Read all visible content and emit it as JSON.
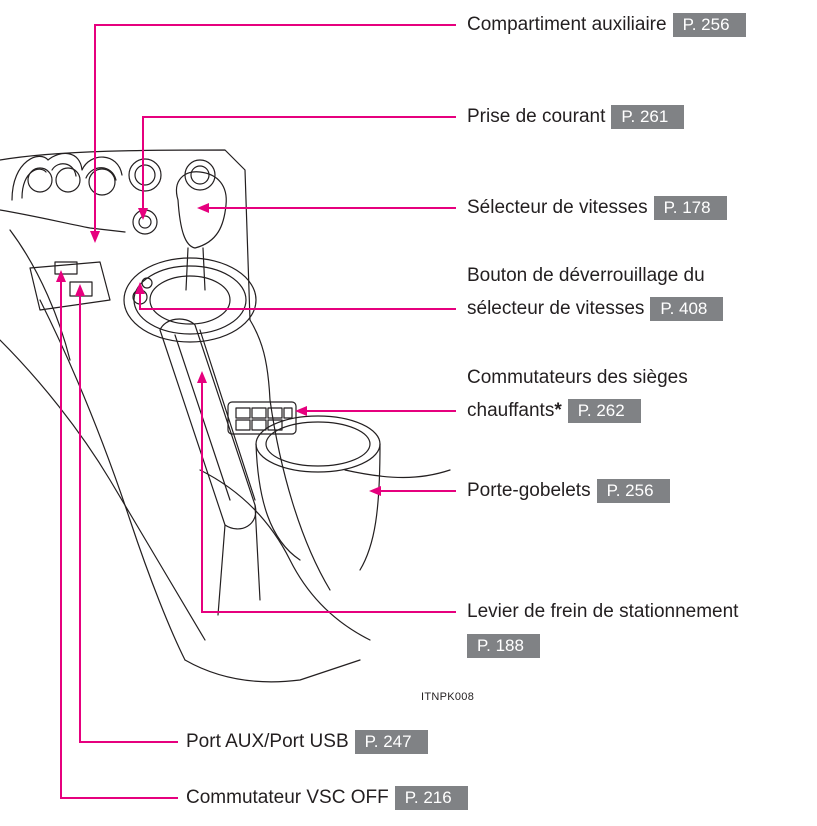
{
  "accent_color": "#e6007e",
  "page_badge_color": "#808285",
  "callouts": [
    {
      "label": "Compartiment auxiliaire",
      "page": "P. 256"
    },
    {
      "label": "Prise de courant",
      "page": "P. 261"
    },
    {
      "label": "Sélecteur de vitesses",
      "page": "P. 178"
    },
    {
      "label_line1": "Bouton de déverrouillage du",
      "label_line2": "sélecteur de vitesses",
      "page": "P. 408"
    },
    {
      "label_line1": "Commutateurs des sièges",
      "label_line2": "chauffants",
      "marker": "*",
      "page": "P. 262"
    },
    {
      "label": "Porte-gobelets",
      "page": "P. 256"
    },
    {
      "label": "Levier de frein de stationnement",
      "page": "P. 188"
    },
    {
      "label": "Port AUX/Port USB",
      "page": "P. 247"
    },
    {
      "label": "Commutateur VSC OFF",
      "page": "P. 216"
    }
  ],
  "figure_code": "ITNPK008"
}
